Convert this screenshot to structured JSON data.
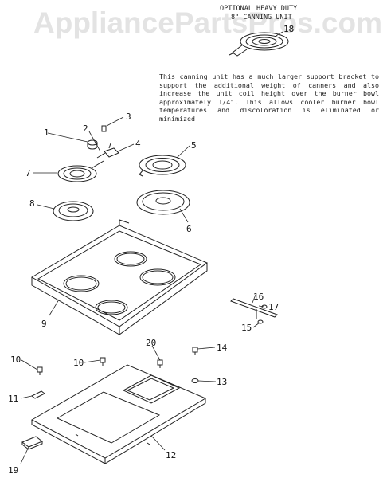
{
  "watermark": "AppliancePartsPros.com",
  "optional_unit": {
    "title_line1": "OPTIONAL HEAVY DUTY",
    "title_line2": "8\" CANNING UNIT"
  },
  "note": "This canning unit has a much  larger support bracket to support the additional weight of canners and also increase the  unit coil height  over the burner bowl approximately 1/4\".  This allows cooler burner bowl temperatures  and  discoloration is  eliminated or minimized.",
  "callouts": {
    "c1": "1",
    "c2": "2",
    "c3": "3",
    "c4": "4",
    "c5": "5",
    "c6": "6",
    "c7": "7",
    "c8": "8",
    "c9": "9",
    "c10": "10",
    "c10b": "10",
    "c11": "11",
    "c12": "12",
    "c13": "13",
    "c14": "14",
    "c15": "15",
    "c16": "16",
    "c17": "17",
    "c18": "18",
    "c19": "19",
    "c20": "20"
  }
}
